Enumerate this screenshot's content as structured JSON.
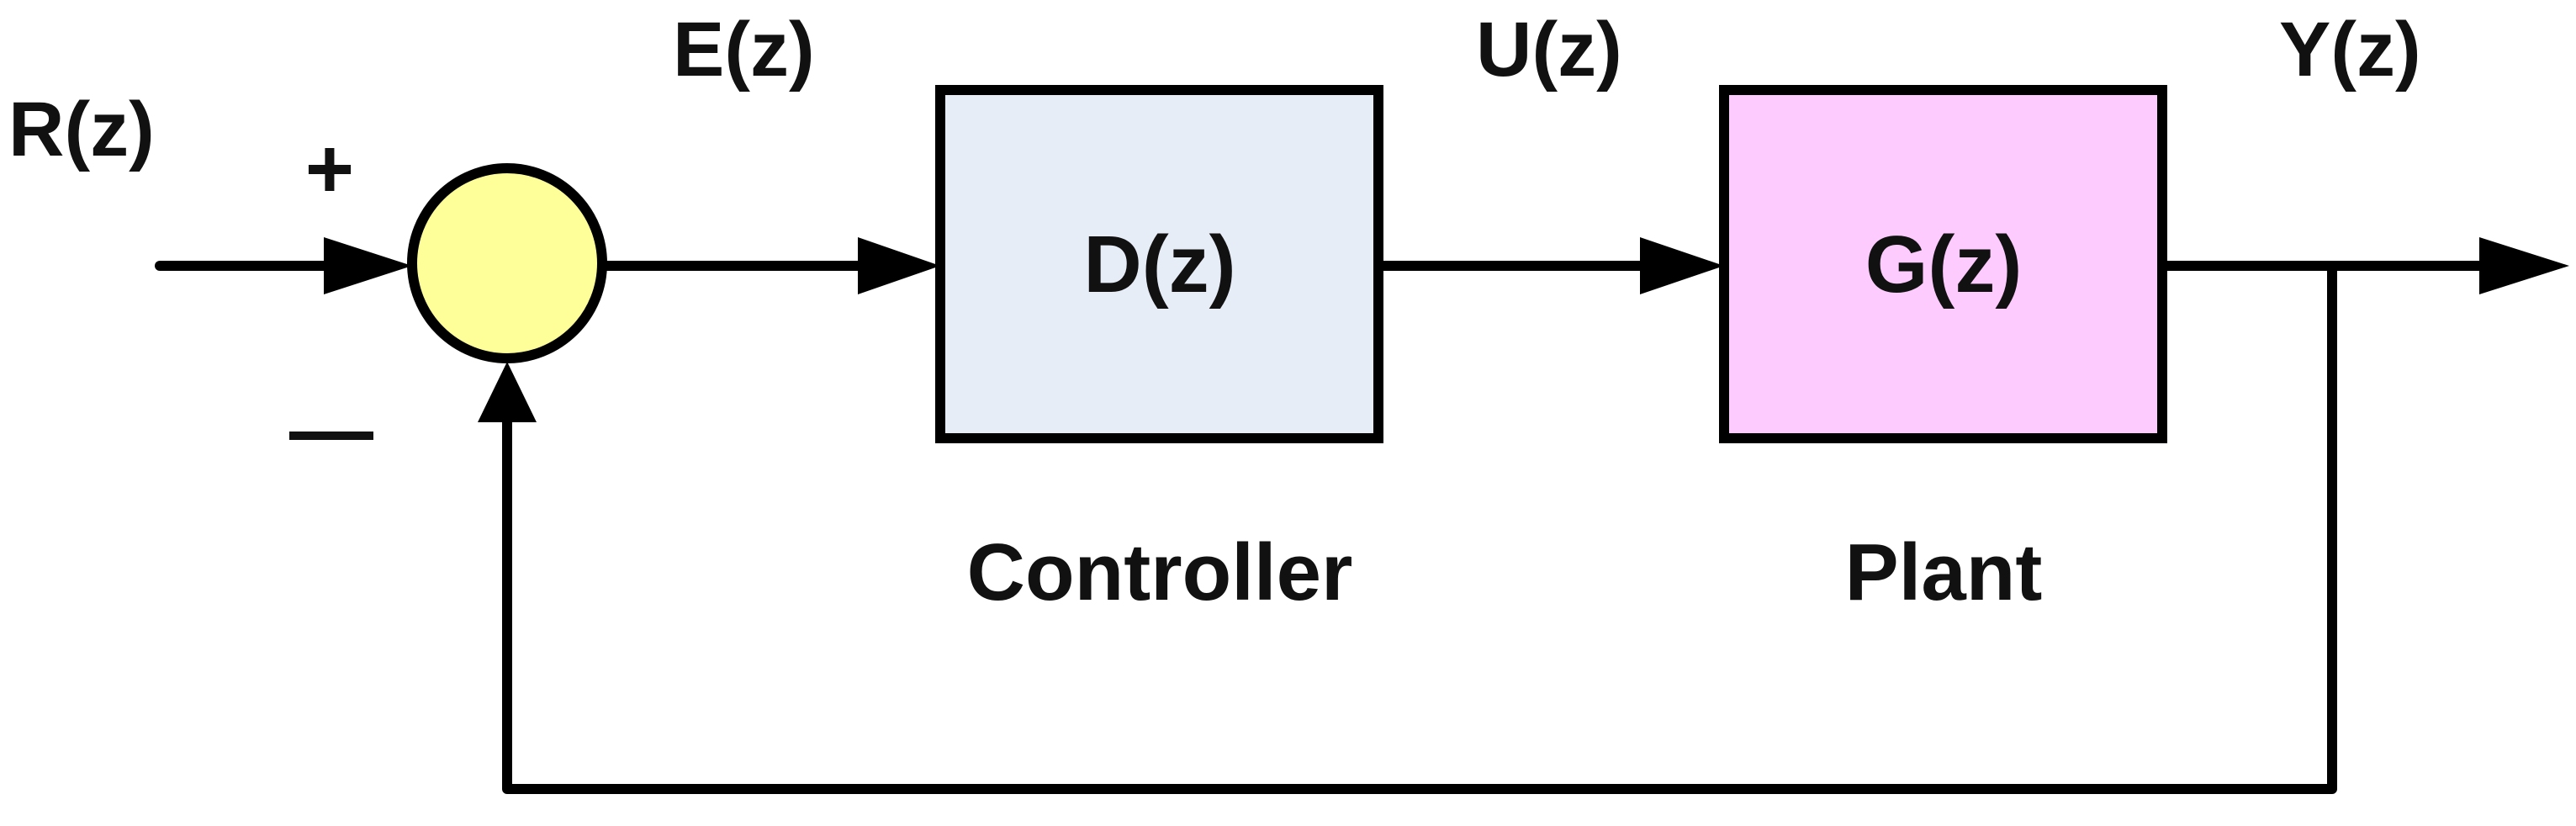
{
  "signals": {
    "input": "R(z)",
    "error": "E(z)",
    "control": "U(z)",
    "output": "Y(z)"
  },
  "summing_junction": {
    "plus_sign": "+",
    "minus_sign": "—",
    "fill": "#ffff99"
  },
  "controller": {
    "transfer_function": "D(z)",
    "caption": "Controller",
    "fill": "#e6edf7"
  },
  "plant": {
    "transfer_function": "G(z)",
    "caption": "Plant",
    "fill": "#fecbfe"
  }
}
